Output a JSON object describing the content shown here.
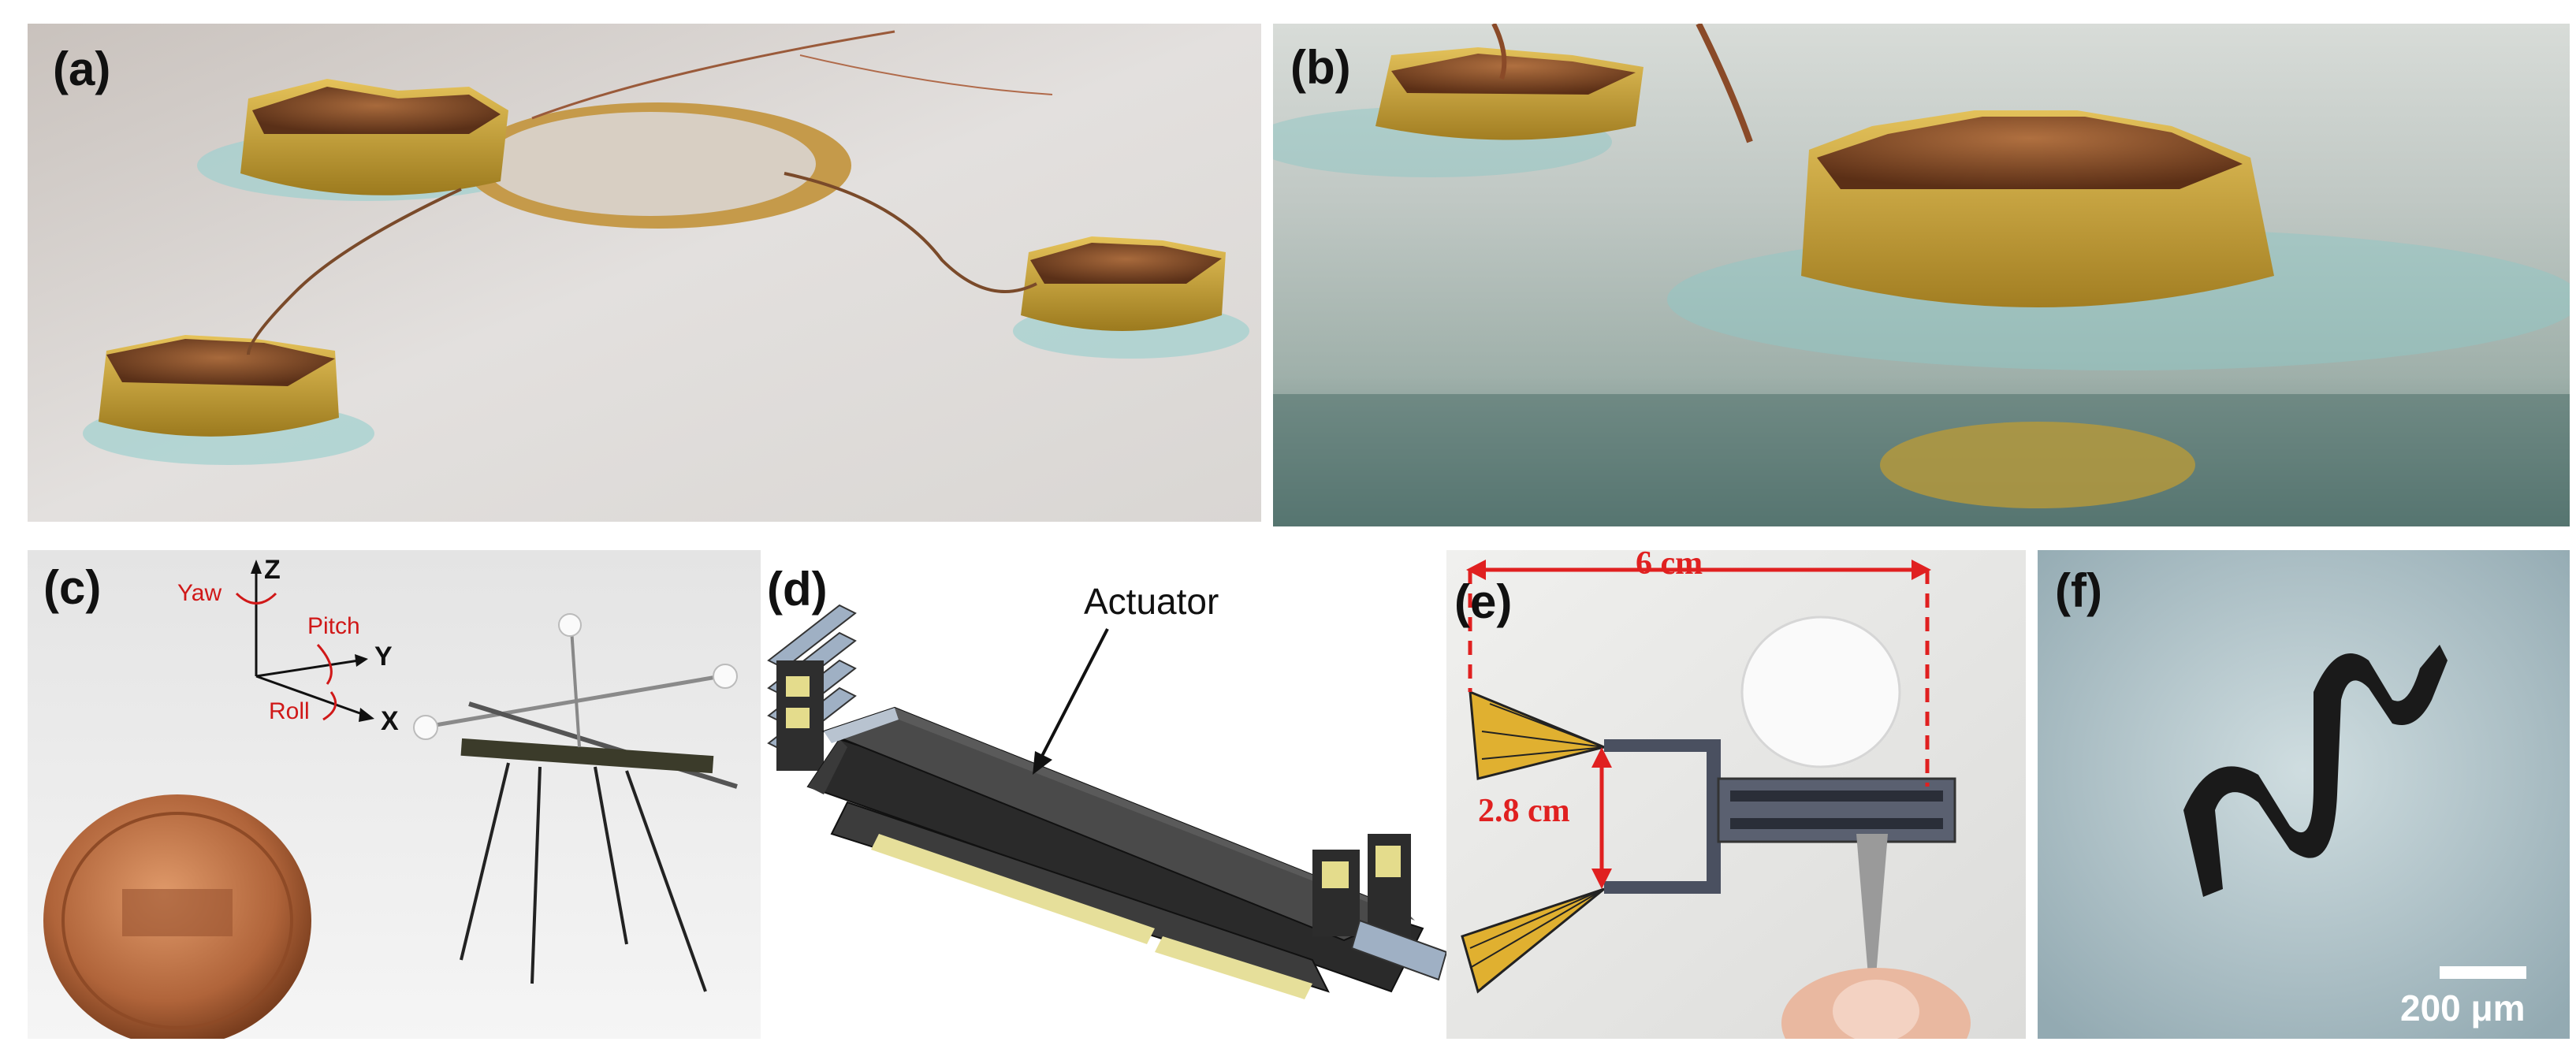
{
  "panels": {
    "a": {
      "label": "(a)"
    },
    "b": {
      "label": "(b)"
    },
    "c": {
      "label": "(c)",
      "axis_z": "Z",
      "axis_y": "Y",
      "axis_x": "X",
      "yaw": "Yaw",
      "pitch": "Pitch",
      "roll": "Roll"
    },
    "d": {
      "label": "(d)",
      "actuator": "Actuator"
    },
    "e": {
      "label": "(e)",
      "length": "6 cm",
      "width": "2.8 cm"
    },
    "f": {
      "label": "(f)",
      "scale": "200 μm"
    }
  },
  "colors": {
    "dimension_red": "#e02020",
    "rotation_red": "#d01818",
    "gold": "#c9a23a",
    "copper": "#8a5030"
  }
}
